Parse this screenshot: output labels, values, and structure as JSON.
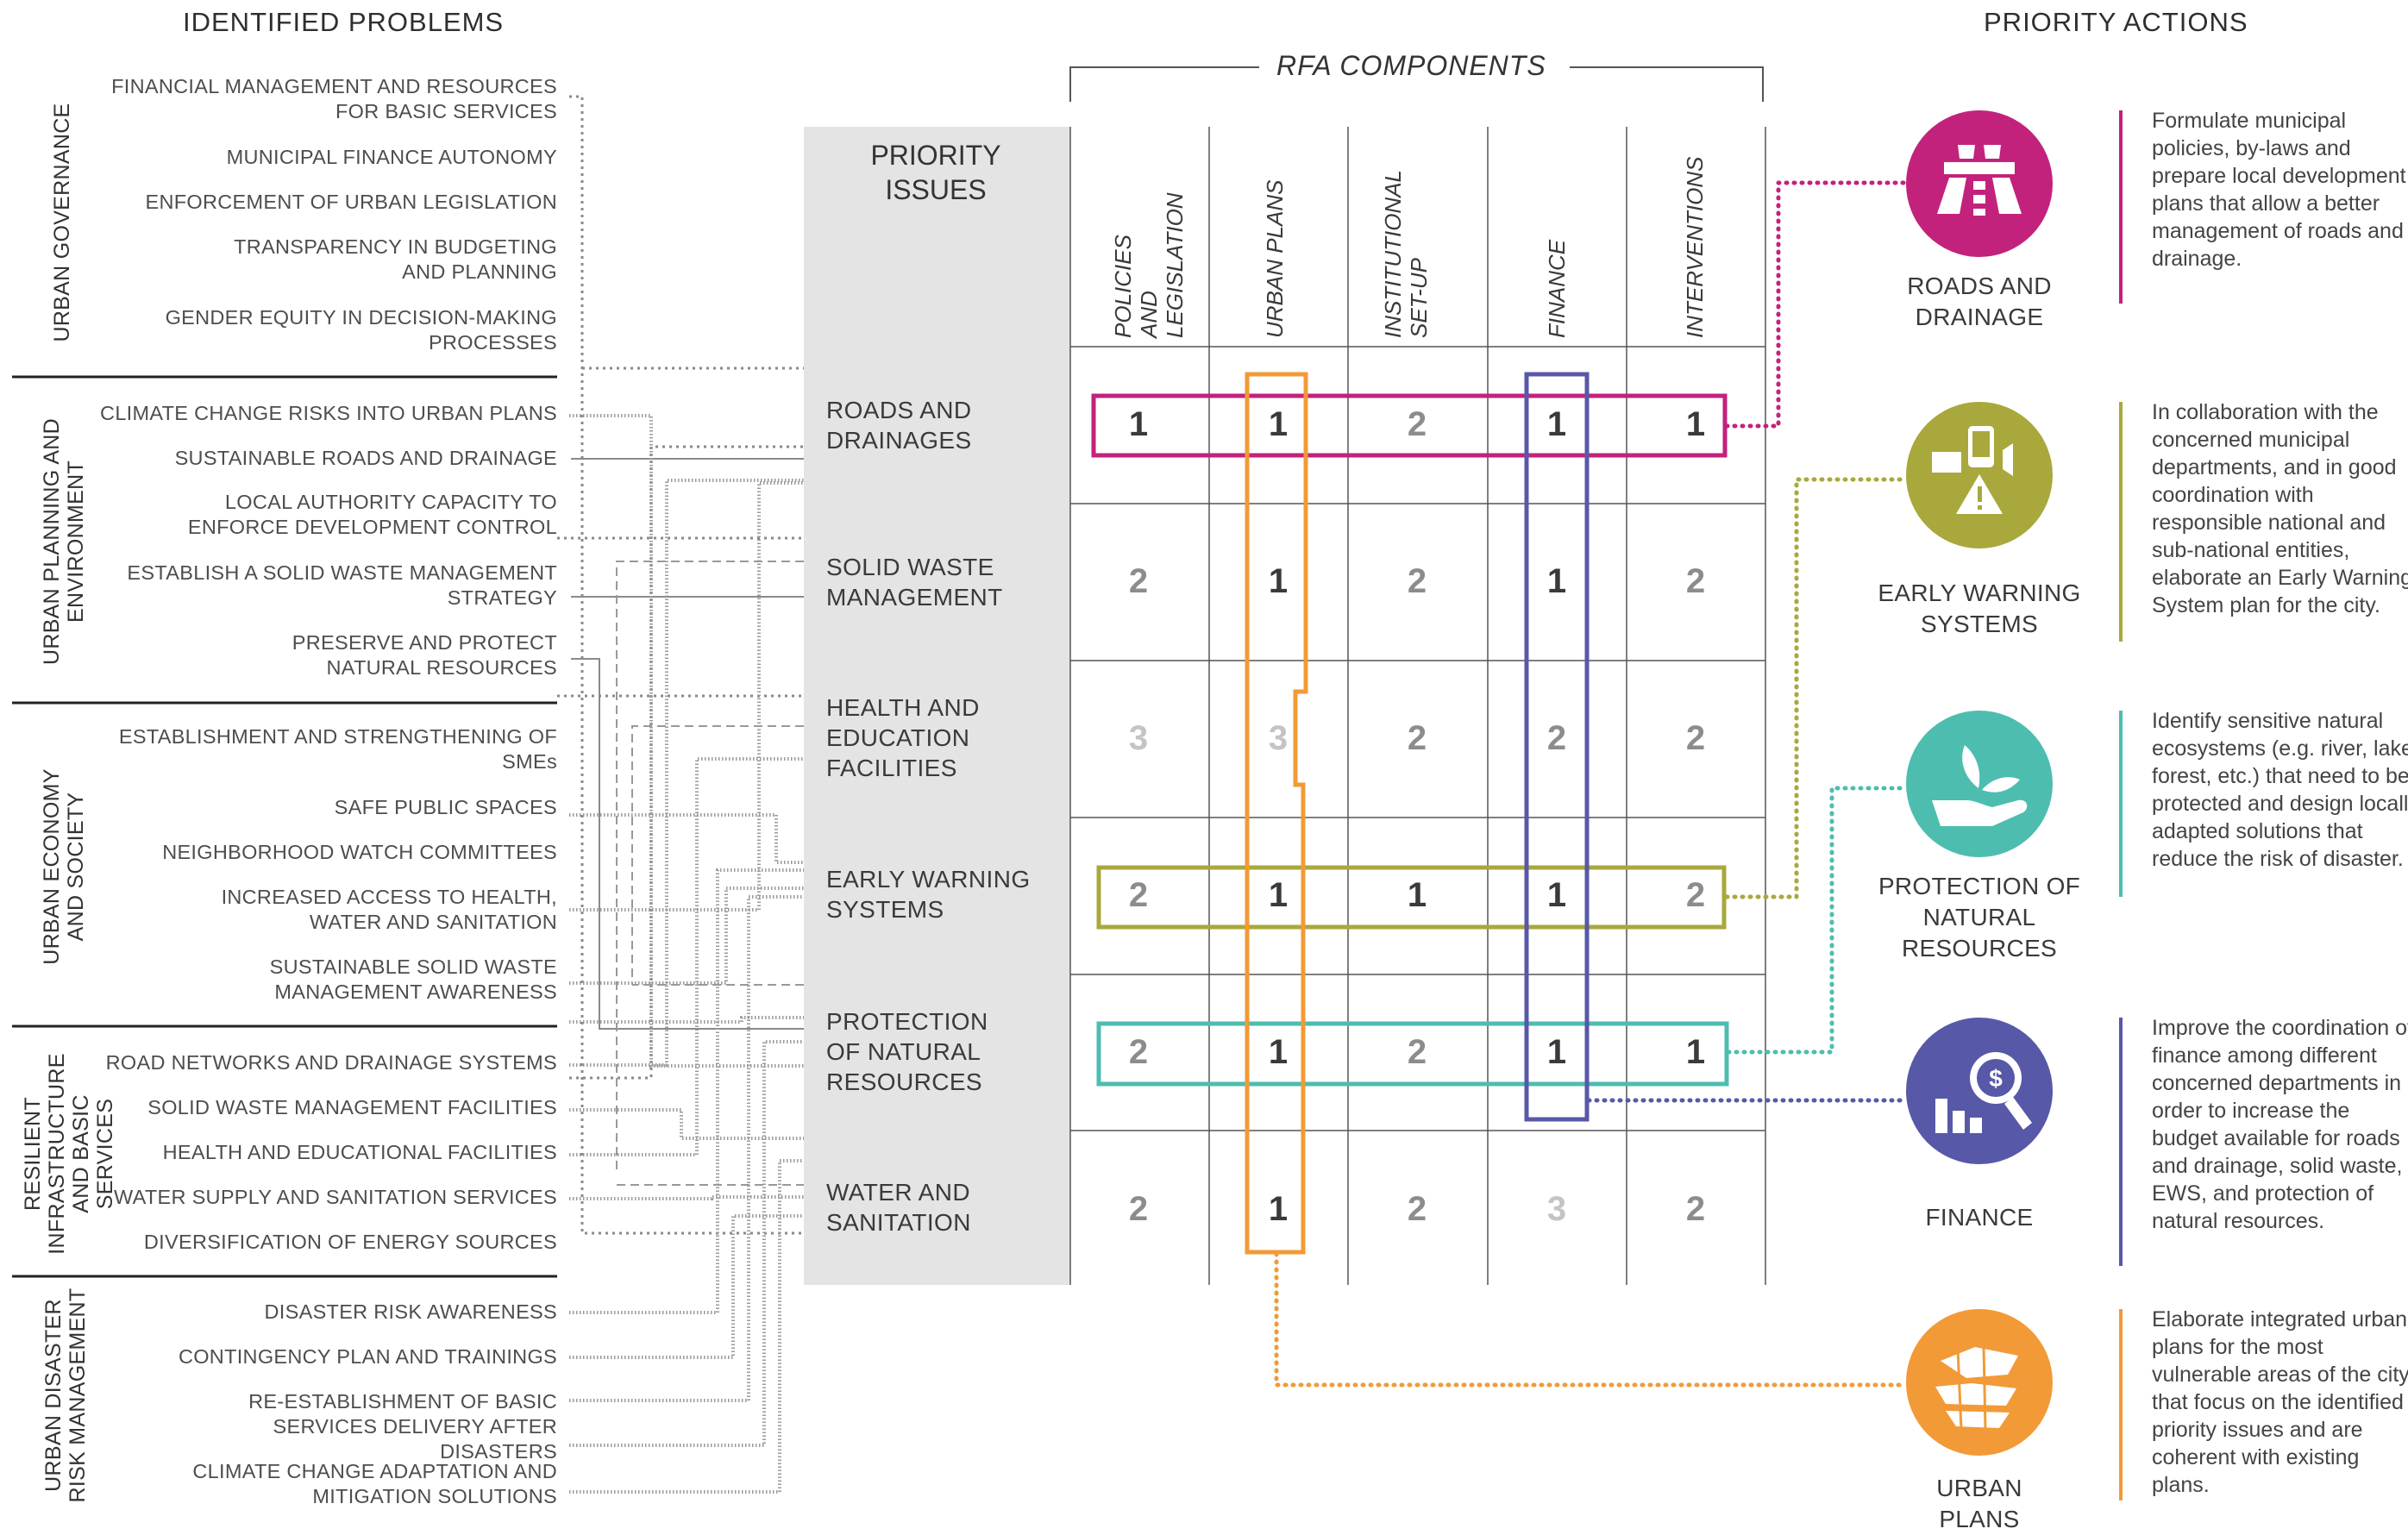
{
  "headings": {
    "identified_problems": "IDENTIFIED PROBLEMS",
    "rfa_components": "RFA COMPONENTS",
    "priority_actions": "PRIORITY ACTIONS",
    "priority_issues": "PRIORITY ISSUES"
  },
  "categories": [
    "URBAN GOVERNANCE",
    "URBAN PLANNING AND ENVIRONMENT",
    "URBAN ECONOMY AND SOCIETY",
    "RESILIENT INFRASTRUCTURE AND BASIC SERVICES",
    "URBAN DISASTER RISK MANAGEMENT"
  ],
  "problems": [
    "FINANCIAL MANAGEMENT AND RESOURCES FOR BASIC SERVICES",
    "MUNICIPAL FINANCE AUTONOMY",
    "ENFORCEMENT OF URBAN LEGISLATION",
    "TRANSPARENCY IN BUDGETING AND PLANNING",
    "GENDER EQUITY IN DECISION-MAKING PROCESSES",
    "CLIMATE CHANGE RISKS INTO URBAN PLANS",
    "SUSTAINABLE ROADS AND DRAINAGE",
    "LOCAL AUTHORITY CAPACITY TO ENFORCE DEVELOPMENT CONTROL",
    "ESTABLISH A SOLID WASTE MANAGEMENT STRATEGY",
    "PRESERVE AND PROTECT NATURAL RESOURCES",
    "ESTABLISHMENT AND STRENGTHENING OF SMEs",
    "SAFE PUBLIC SPACES",
    "NEIGHBORHOOD WATCH COMMITTEES",
    "INCREASED ACCESS TO HEALTH, WATER AND SANITATION",
    "SUSTAINABLE SOLID WASTE MANAGEMENT AWARENESS",
    "ROAD NETWORKS AND DRAINAGE SYSTEMS",
    "SOLID WASTE MANAGEMENT FACILITIES",
    "HEALTH AND EDUCATIONAL FACILITIES",
    "WATER SUPPLY AND SANITATION SERVICES",
    "DIVERSIFICATION OF ENERGY SOURCES",
    "DISASTER RISK AWARENESS",
    "CONTINGENCY PLAN AND TRAININGS",
    "RE-ESTABLISHMENT OF BASIC SERVICES DELIVERY AFTER DISASTERS",
    "CLIMATE CHANGE ADAPTATION AND MITIGATION SOLUTIONS"
  ],
  "components": [
    "POLICIES AND LEGISLATION",
    "URBAN PLANS",
    "INSTITUTIONAL SET-UP",
    "FINANCE",
    "INTERVENTIONS"
  ],
  "issues": [
    {
      "name": "ROADS AND DRAINAGES",
      "scores": [
        "1",
        "1",
        "2",
        "1",
        "1"
      ]
    },
    {
      "name": "SOLID WASTE MANAGEMENT",
      "scores": [
        "2",
        "1",
        "2",
        "1",
        "2"
      ]
    },
    {
      "name": "HEALTH AND EDUCATION FACILITIES",
      "scores": [
        "3",
        "3",
        "2",
        "2",
        "2"
      ]
    },
    {
      "name": "EARLY WARNING SYSTEMS",
      "scores": [
        "2",
        "1",
        "1",
        "1",
        "2"
      ]
    },
    {
      "name": "PROTECTION OF NATURAL RESOURCES",
      "scores": [
        "2",
        "1",
        "2",
        "1",
        "1"
      ]
    },
    {
      "name": "WATER AND SANITATION",
      "scores": [
        "2",
        "1",
        "2",
        "3",
        "2"
      ]
    }
  ],
  "actions": [
    {
      "label": "ROADS AND DRAINAGE",
      "icon": "road-icon",
      "color": "#c2227c",
      "desc": "Formulate municipal policies, by-laws and prepare local development plans that allow a better management of roads and drainage."
    },
    {
      "label": "EARLY WARNING SYSTEMS",
      "icon": "warning-alert-icon",
      "color": "#a9a83c",
      "desc": "In collaboration with the concerned municipal departments, and in good coordination with responsible national and sub-national entities, elaborate an Early Warning System plan for the city."
    },
    {
      "label": "PROTECTION OF NATURAL RESOURCES",
      "icon": "plant-hand-icon",
      "color": "#4dbdb0",
      "desc": "Identify sensitive natural ecosystems (e.g. river, lake, forest, etc.) that need to be protected and design locally adapted solutions that reduce the risk of disaster."
    },
    {
      "label": "FINANCE",
      "icon": "finance-chart-icon",
      "color": "#5858a8",
      "desc": "Improve the coordination of finance among different concerned departments in order to increase the budget available for roads and drainage, solid waste, EWS, and protection of natural resources."
    },
    {
      "label": "URBAN PLANS",
      "icon": "urban-map-icon",
      "color": "#f29a37",
      "desc": "Elaborate integrated urban plans for the most vulnerable areas of the city that focus on the identified priority issues and are coherent with existing plans."
    }
  ]
}
